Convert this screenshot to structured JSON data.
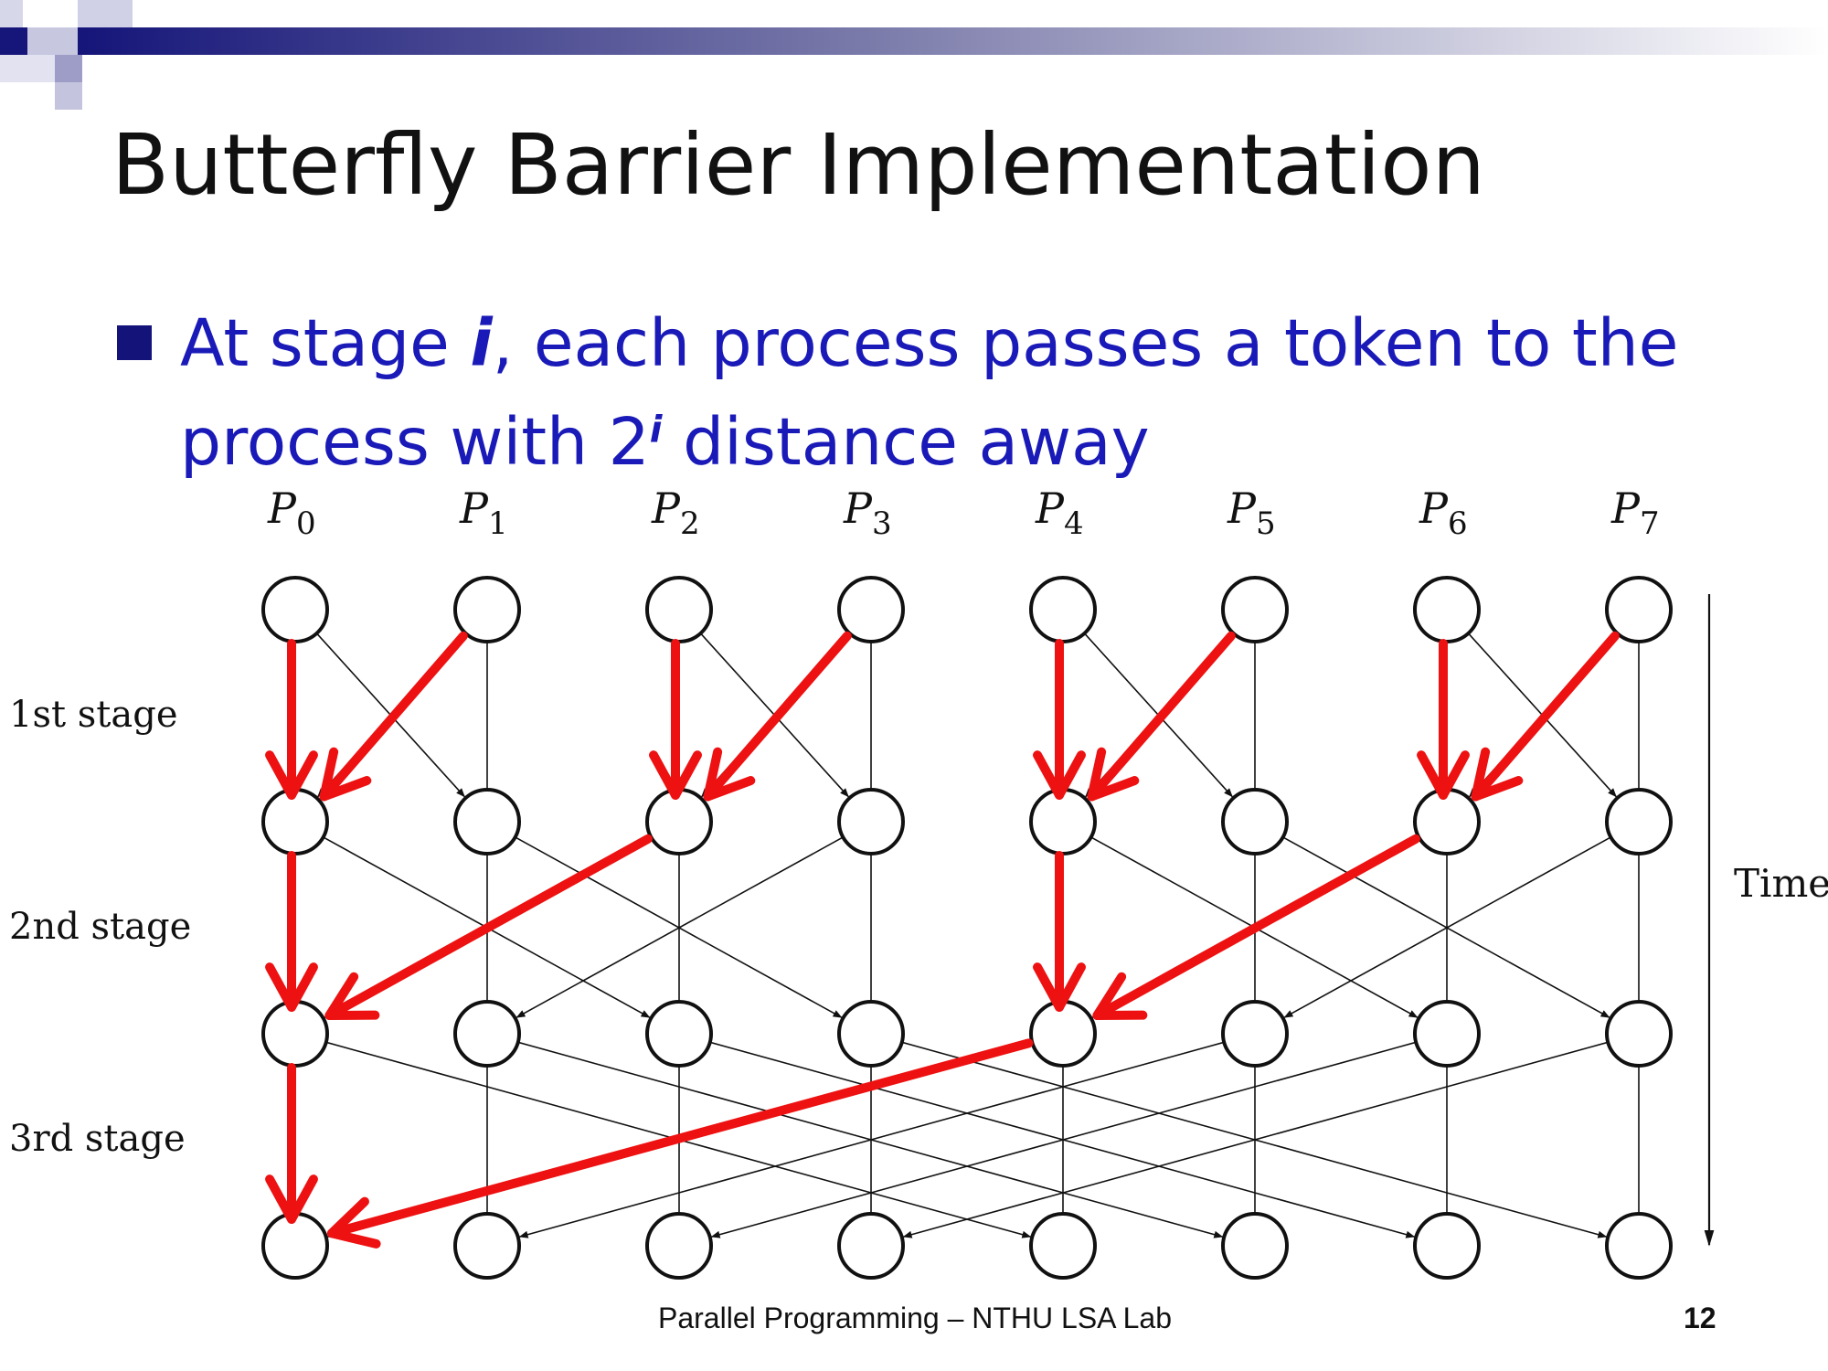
{
  "slide": {
    "title": "Butterfly Barrier Implementation",
    "bullet": {
      "pre": "At stage ",
      "var": "i",
      "mid": ", each process passes a token to the process with 2",
      "exp": "i",
      "post": " distance away"
    },
    "footer": "Parallel Programming – NTHU LSA Lab",
    "page_number": "12"
  },
  "diagram": {
    "processes": [
      {
        "name": "P",
        "sub": "0"
      },
      {
        "name": "P",
        "sub": "1"
      },
      {
        "name": "P",
        "sub": "2"
      },
      {
        "name": "P",
        "sub": "3"
      },
      {
        "name": "P",
        "sub": "4"
      },
      {
        "name": "P",
        "sub": "5"
      },
      {
        "name": "P",
        "sub": "6"
      },
      {
        "name": "P",
        "sub": "7"
      }
    ],
    "stages": [
      "1st stage",
      "2nd stage",
      "3rd stage"
    ],
    "time_label": "Time",
    "highlighted_stage_arrows": [
      [
        [
          0,
          0
        ],
        [
          1,
          0
        ],
        [
          2,
          2
        ],
        [
          3,
          2
        ],
        [
          4,
          4
        ],
        [
          5,
          4
        ],
        [
          6,
          6
        ],
        [
          7,
          6
        ]
      ],
      [
        [
          0,
          0
        ],
        [
          2,
          0
        ],
        [
          4,
          4
        ],
        [
          6,
          4
        ]
      ],
      [
        [
          0,
          0
        ],
        [
          4,
          0
        ]
      ]
    ],
    "colors": {
      "header_dark": "#15157a",
      "bullet_text": "#1a1ab8",
      "highlight": "#ee1111",
      "ink": "#111111"
    }
  }
}
